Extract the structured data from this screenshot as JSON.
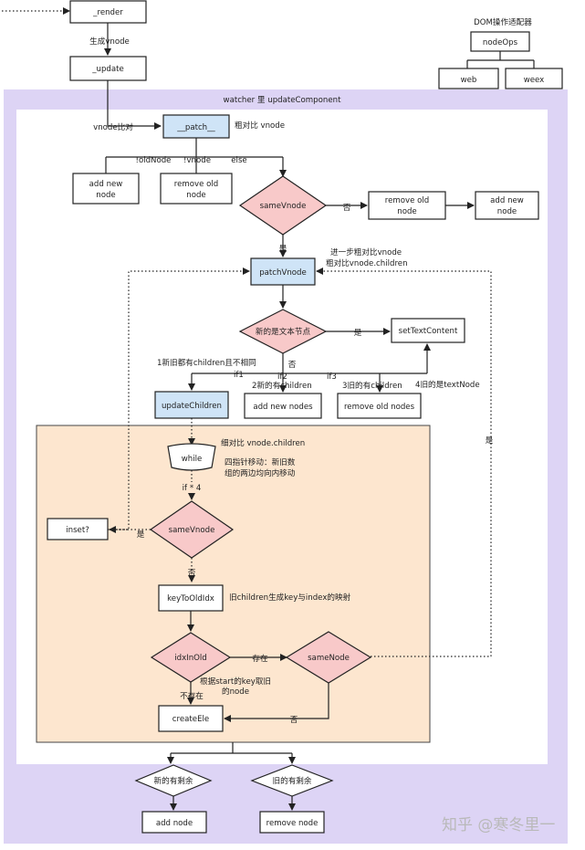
{
  "diagram": {
    "nodes": {
      "render": "_render",
      "update": "_update",
      "dom_adapter_title": "DOM操作适配器",
      "nodeops": "nodeOps",
      "web": "web",
      "weex": "weex",
      "watcher_title": "watcher 里 updateComponent",
      "patch": "__patch__",
      "add_new_node_1_l1": "add new",
      "add_new_node_1_l2": "node",
      "remove_old_node_1_l1": "remove old",
      "remove_old_node_1_l2": "node",
      "same_vnode_1": "sameVnode",
      "remove_old_node_2_l1": "remove old",
      "remove_old_node_2_l2": "node",
      "add_new_node_2_l1": "add new",
      "add_new_node_2_l2": "node",
      "patch_vnode": "patchVnode",
      "is_text_node": "新的是文本节点",
      "set_text_content": "setTextContent",
      "update_children": "updateChildren",
      "add_new_nodes": "add new nodes",
      "remove_old_nodes": "remove old nodes",
      "while": "while",
      "same_vnode_2": "sameVnode",
      "inset": "inset?",
      "key_to_old_idx": "keyToOldIdx",
      "idx_in_old": "idxInOld",
      "same_node": "sameNode",
      "create_ele": "createEle",
      "new_remaining": "新的有剩余",
      "old_remaining": "旧的有剩余",
      "add_node": "add node",
      "remove_node": "remove node"
    },
    "labels": {
      "gen_vnode": "生成vnode",
      "vnode_compare": "vnode比对",
      "coarse_compare": "粗对比 vnode",
      "not_old_node": "!oldNode",
      "not_vnode": "!vnode",
      "else": "else",
      "no_1": "否",
      "yes_1": "是",
      "further_l1": "进一步粗对比vnode",
      "further_l2": "粗对比vnode.children",
      "yes_2": "是",
      "no_2": "否",
      "case1": "1新旧都有children且不相同",
      "if1": "if1",
      "if2": "if2",
      "if3": "if3",
      "case2": "2新的有children",
      "case3": "3旧的有children",
      "case4": "4旧的是textNode",
      "fine_compare": "细对比 vnode.children",
      "four_ptr_l1": "四指针移动：新旧数",
      "four_ptr_l2": "组的两边均向内移动",
      "if_times_4": "if * 4",
      "yes_3": "是",
      "no_3": "否",
      "key_map_desc": "旧children生成key与index的映射",
      "exists": "存在",
      "not_exists": "不存在",
      "by_start_key_l1": "根据start的key取旧",
      "by_start_key_l2": "的node",
      "no_4": "否",
      "yes_right": "是"
    },
    "watermark": "知乎 @寒冬里一"
  },
  "colors": {
    "purple_region": "#ddd4f5",
    "inner_white": "#ffffff",
    "orange_region": "#fde6cf",
    "blue_node": "#cfe4f7",
    "pink_diamond": "#f8c9c9"
  }
}
